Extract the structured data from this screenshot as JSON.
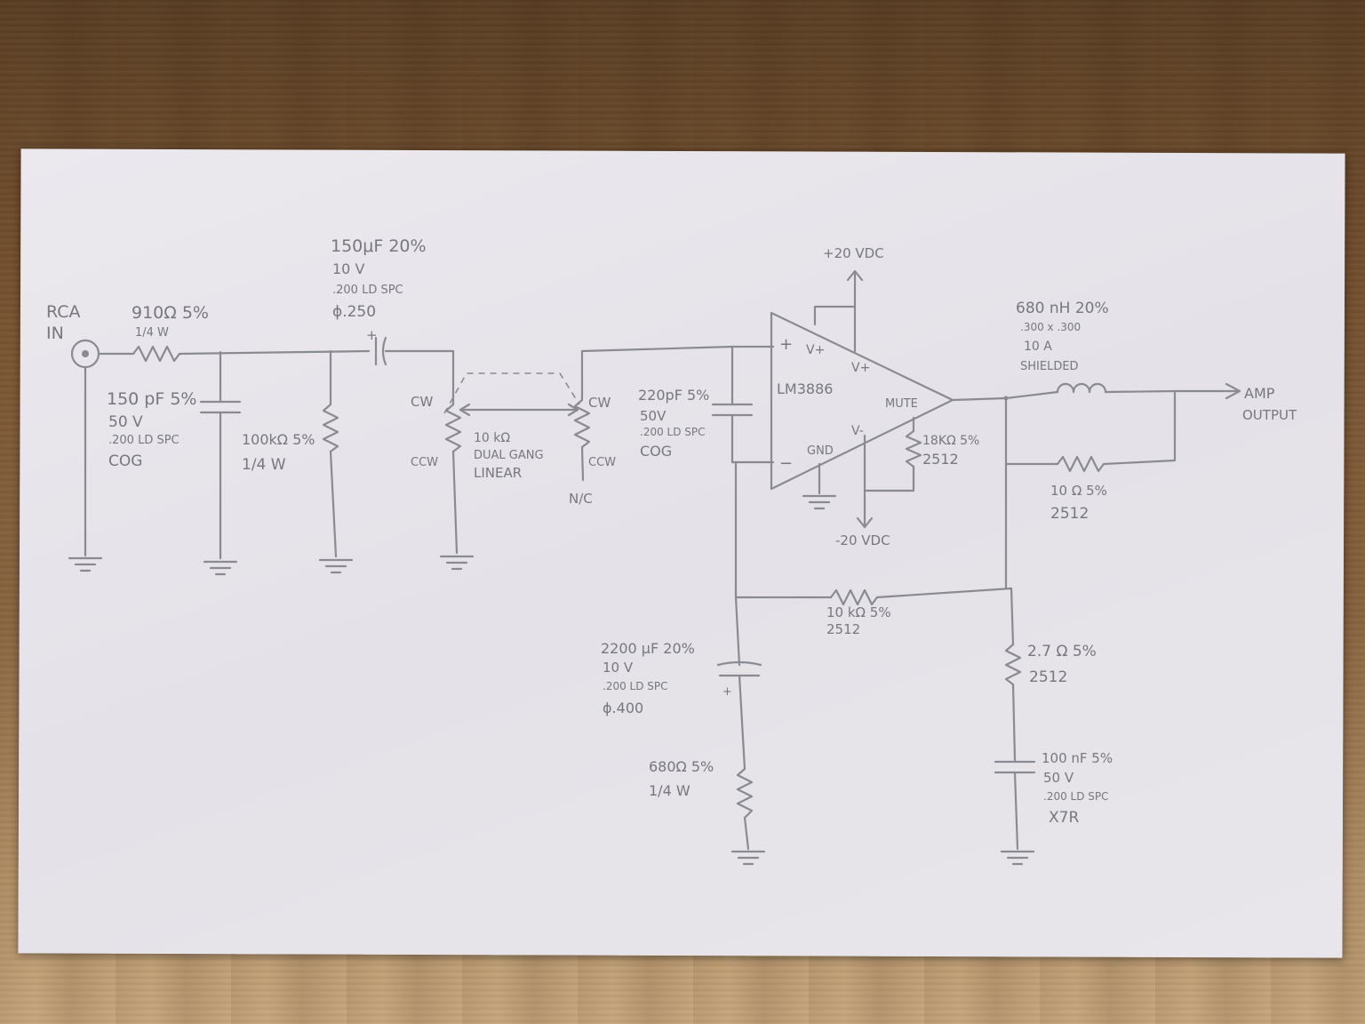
{
  "schematic": {
    "input": {
      "label_line1": "RCA",
      "label_line2": "IN"
    },
    "r_in": {
      "value": "910Ω 5%",
      "power": "1/4 W"
    },
    "c_in": {
      "value": "150 pF 5%",
      "voltage": "50 V",
      "spacing": ".200 LD SPC",
      "dielectric": "COG"
    },
    "r_shunt": {
      "value": "100kΩ 5%",
      "power": "1/4 W"
    },
    "c_couple": {
      "value": "150μF 20%",
      "voltage": "10 V",
      "spacing": ".200 LD SPC",
      "diameter": "ϕ.250",
      "polarity": "+"
    },
    "pot": {
      "cw": "CW",
      "ccw": "CCW",
      "cw2": "CW",
      "ccw2": "CCW",
      "value": "10 kΩ",
      "type_line1": "DUAL GANG",
      "type_line2": "LINEAR",
      "nc": "N/C"
    },
    "c_filter": {
      "value": "220pF 5%",
      "voltage": "50V",
      "spacing": ".200 LD SPC",
      "dielectric": "COG"
    },
    "opamp": {
      "name": "LM3886",
      "plus": "+",
      "minus": "−",
      "vplus1": "V+",
      "vplus2": "V+",
      "vminus": "V-",
      "mute": "MUTE",
      "gnd": "GND"
    },
    "supply_pos": "+20 VDC",
    "supply_neg": "-20 VDC",
    "r_mute": {
      "value": "18KΩ 5%",
      "package": "2512"
    },
    "inductor": {
      "value": "680 nH 20%",
      "size": ".300 x .300",
      "current": "10 A",
      "note": "SHIELDED"
    },
    "r_damp": {
      "value": "10 Ω 5%",
      "package": "2512"
    },
    "output": {
      "line1": "AMP",
      "line2": "OUTPUT"
    },
    "r_feedback": {
      "value": "10 kΩ 5%",
      "package": "2512"
    },
    "c_fb": {
      "value": "2200 μF 20%",
      "voltage": "10 V",
      "spacing": ".200 LD SPC",
      "diameter": "ϕ.400",
      "polarity": "+"
    },
    "r_fb_gnd": {
      "value": "680Ω 5%",
      "power": "1/4 W"
    },
    "r_zobel": {
      "value": "2.7 Ω 5%",
      "package": "2512"
    },
    "c_zobel": {
      "value": "100 nF 5%",
      "voltage": "50 V",
      "spacing": ".200 LD SPC",
      "dielectric": "X7R"
    }
  }
}
